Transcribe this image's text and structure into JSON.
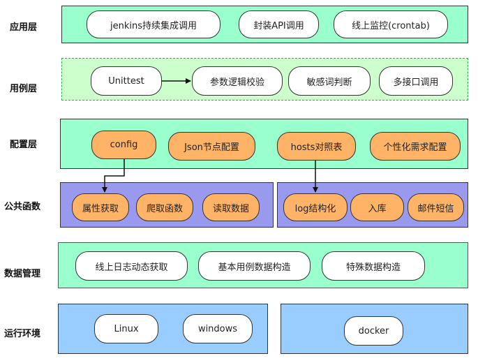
{
  "layers": {
    "app": {
      "label": "应用层",
      "items": [
        "jenkins持续集成调用",
        "封装API调用",
        "线上监控(crontab)"
      ]
    },
    "usecase": {
      "label": "用例层",
      "items": [
        "Unittest",
        "参数逻辑校验",
        "敏感词判断",
        "多接口调用"
      ]
    },
    "config": {
      "label": "配置层",
      "items": [
        "config",
        "Json节点配置",
        "hosts对照表",
        "个性化需求配置"
      ]
    },
    "common": {
      "label": "公共函数",
      "items": [
        "属性获取",
        "爬取函数",
        "读取数据",
        "log结构化",
        "入库",
        "邮件短信"
      ]
    },
    "data": {
      "label": "数据管理",
      "items": [
        "线上日志动态获取",
        "基本用例数据构造",
        "特殊数据构造"
      ]
    },
    "env": {
      "label": "运行环境",
      "items": [
        "Linux",
        "windows",
        "docker"
      ]
    }
  },
  "colors": {
    "green_band": "#99ffcc",
    "dashed_band": "#ccffcc",
    "purple_band": "#9999ee",
    "blue_band": "#99ccff",
    "orange_pill": "#ffb366"
  }
}
